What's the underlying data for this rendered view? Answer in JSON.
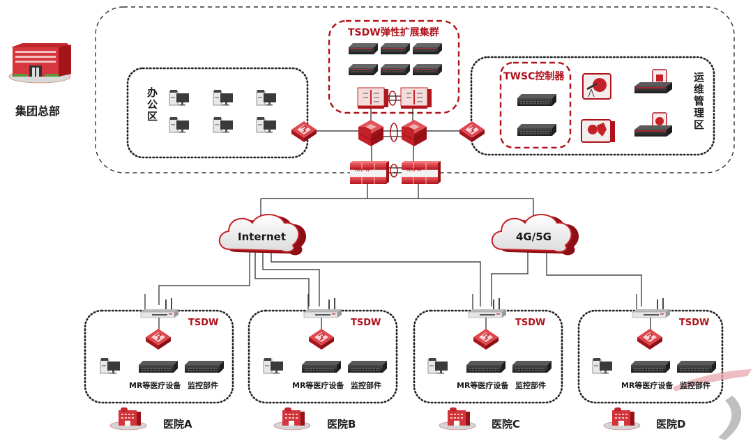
{
  "headquarters": {
    "label": "集团总部",
    "icon": "headquarters-building-icon"
  },
  "cluster": {
    "title": "TSDW弹性扩展集群",
    "server_count": 6,
    "switch_count": 2
  },
  "office_zone": {
    "label": "办公区",
    "workstation_count": 6
  },
  "ops_zone": {
    "label": "运维管理区",
    "controller": {
      "title": "TWSC控制器",
      "device_count": 2
    },
    "items": [
      {
        "icon": "monitoring-telescope-icon"
      },
      {
        "icon": "appliance-lock-icon"
      },
      {
        "icon": "analysis-icon"
      },
      {
        "icon": "appliance-security-icon"
      }
    ]
  },
  "core": {
    "firewall_label": "NGFW",
    "firewall_count": 2
  },
  "networks": [
    {
      "label": "Internet"
    },
    {
      "label": "4G/5G"
    }
  ],
  "branches": [
    {
      "name": "医院A",
      "gateway_label": "TSDW",
      "device_label_1": "MR等医疗设备",
      "device_label_2": "监控部件"
    },
    {
      "name": "医院B",
      "gateway_label": "TSDW",
      "device_label_1": "MR等医疗设备",
      "device_label_2": "监控部件"
    },
    {
      "name": "医院C",
      "gateway_label": "TSDW",
      "device_label_1": "MR等医疗设备",
      "device_label_2": "监控部件"
    },
    {
      "name": "医院D",
      "gateway_label": "TSDW",
      "device_label_1": "MR等医疗设备",
      "device_label_2": "监控部件"
    }
  ],
  "colors": {
    "accent_red": "#b0121b",
    "device_red": "#d9343b",
    "line": "#222222",
    "cloud_fill": "#f2f2f2"
  }
}
